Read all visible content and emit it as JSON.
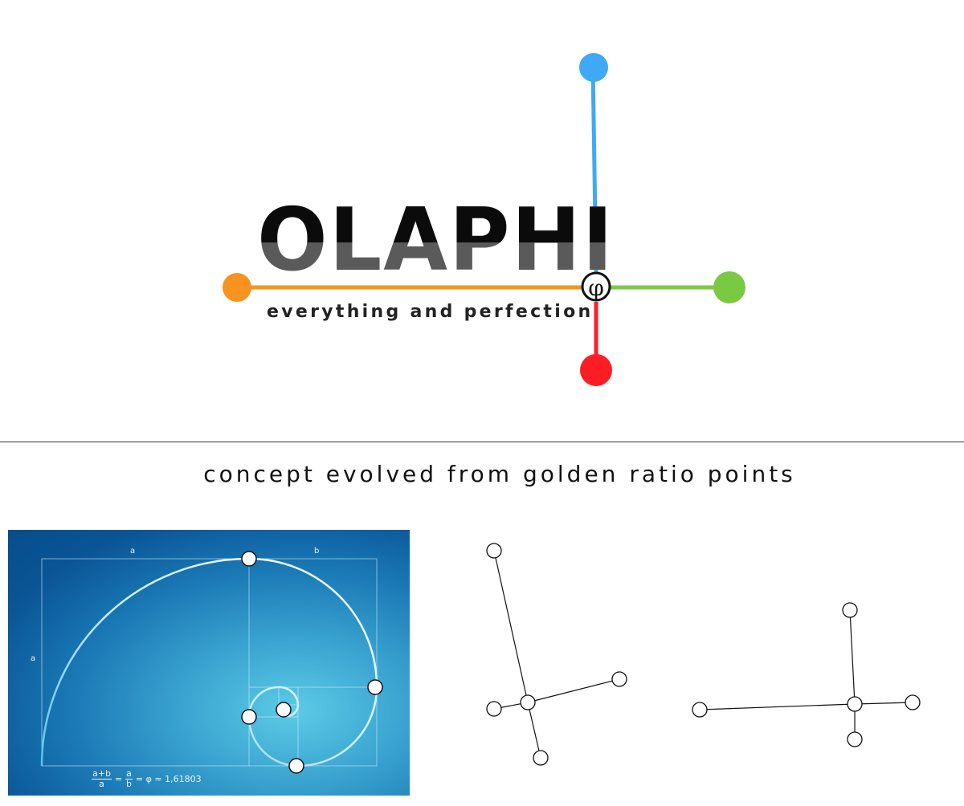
{
  "logo": {
    "brand": "OLAPHI",
    "tagline": "everything and perfection",
    "symbol": "φ",
    "colors": {
      "left": "#f7931e",
      "top": "#3fa9f5",
      "right": "#7ac943",
      "bottom": "#ff1d25",
      "symbol_ring": "#111111"
    }
  },
  "concept": "concept evolved from golden ratio points",
  "golden_panel": {
    "label_top_a": "a",
    "label_top_b": "b",
    "label_left_a": "a",
    "formula": {
      "frac1_num": "a+b",
      "frac1_den": "a",
      "eq1": "=",
      "frac2_num": "a",
      "frac2_den": "b",
      "rest": "= φ ≈ 1,61803"
    },
    "colors": {
      "background_dark": "#074d8a",
      "background_light": "#5ccbe6",
      "spiral": "#ffffff"
    }
  }
}
